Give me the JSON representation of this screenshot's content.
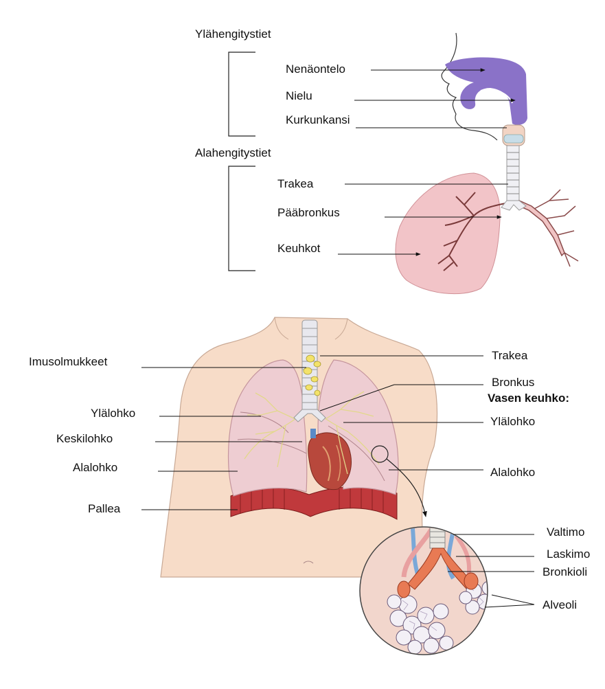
{
  "upper_diagram": {
    "upper_airways_heading": "Ylähengitystiet",
    "lower_airways_heading": "Alahengitystiet",
    "labels": {
      "nasal_cavity": "Nenäontelo",
      "pharynx": "Nielu",
      "epiglottis": "Kurkunkansi",
      "trachea": "Trakea",
      "main_bronchus": "Pääbronkus",
      "lungs": "Keuhkot"
    }
  },
  "chest_diagram": {
    "labels": {
      "lymph_nodes": "Imusolmukkeet",
      "right_upper_lobe": "Ylälohko",
      "right_middle_lobe": "Keskilohko",
      "right_lower_lobe": "Alalohko",
      "diaphragm": "Pallea",
      "trachea": "Trakea",
      "bronchus": "Bronkus",
      "left_lung_heading": "Vasen keuhko:",
      "left_upper_lobe": "Ylälohko",
      "left_lower_lobe": "Alalohko"
    }
  },
  "alveoli_inset": {
    "labels": {
      "artery": "Valtimo",
      "vein": "Laskimo",
      "bronchiole": "Bronkioli",
      "alveoli": "Alveoli"
    }
  },
  "colors": {
    "airway_purple": "#8a72c8",
    "lung_pink": "#f2c4c8",
    "skin": "#f7dcc8",
    "diaphragm_red": "#c0393c",
    "artery_pink": "#e8a0a0",
    "vein_blue": "#7aa8d8",
    "node_yellow": "#f3e26a"
  }
}
